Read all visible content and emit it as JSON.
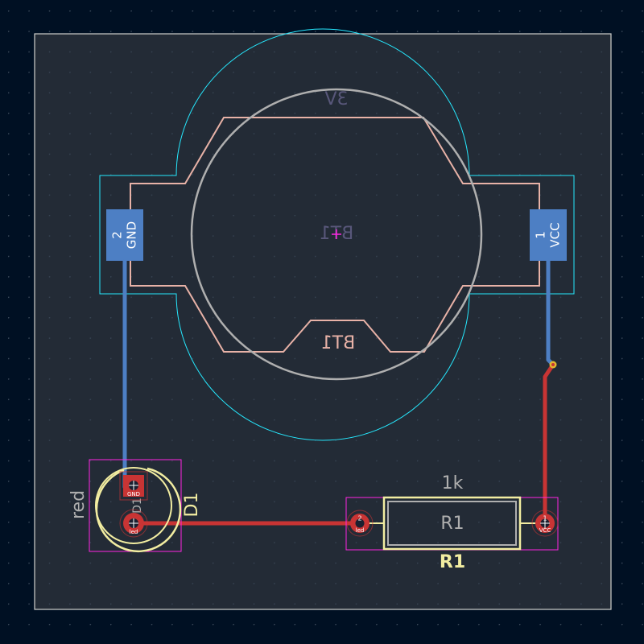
{
  "colors": {
    "background": "#001023",
    "board_fill": "#232b36",
    "board_edge": "#d0d2cd",
    "grid_dot": "#3d4b5c",
    "back_copper": "#4d7fc4",
    "front_copper": "#c83434",
    "back_silk": "#e8b2a7",
    "front_silk": "#f2eda1",
    "back_fab": "#58577a",
    "front_fab": "#afafaf",
    "courtyard": "#26e9ff",
    "front_courtyard": "#ff26e2",
    "via_ring": "#e3b72e",
    "pad_text": "#ffffff"
  },
  "battery": {
    "value_label": "3V",
    "ref_fab": "BT1",
    "ref_silk": "BT1",
    "pad_gnd": {
      "number": "2",
      "net": "GND"
    },
    "pad_vcc": {
      "number": "1",
      "net": "VCC"
    }
  },
  "led": {
    "reference": "D1",
    "value": "red",
    "fab_ref": "D1",
    "pad_gnd_net": "GND",
    "pad_led_net": "led"
  },
  "resistor": {
    "value": "1k",
    "fab_ref": "R1",
    "silk_ref": "R1",
    "pad1_number": "1",
    "pad1_net": "VCC",
    "pad2_number": "2",
    "pad2_net": "led"
  }
}
